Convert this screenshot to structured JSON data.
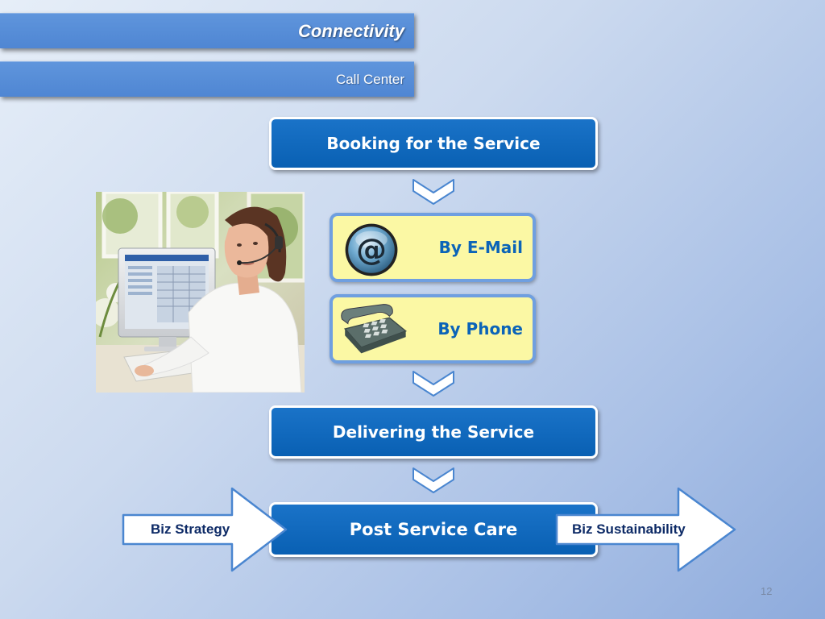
{
  "header": {
    "title": "Connectivity",
    "subtitle": "Call Center"
  },
  "flow": {
    "step1": "Booking for the Service",
    "option_email": "By E-Mail",
    "option_phone": "By Phone",
    "step2": "Delivering the Service",
    "step3": "Post Service Care"
  },
  "side_arrows": {
    "left": "Biz Strategy",
    "right": "Biz Sustainability"
  },
  "icons": {
    "email": "at-sign-icon",
    "phone": "telephone-icon"
  },
  "colors": {
    "header_blue": "#4f86d3",
    "box_blue": "#0960b3",
    "option_yellow": "#fbf8a4",
    "option_text": "#0b64b8",
    "arrow_text": "#0d2a66"
  },
  "page_number": "12"
}
